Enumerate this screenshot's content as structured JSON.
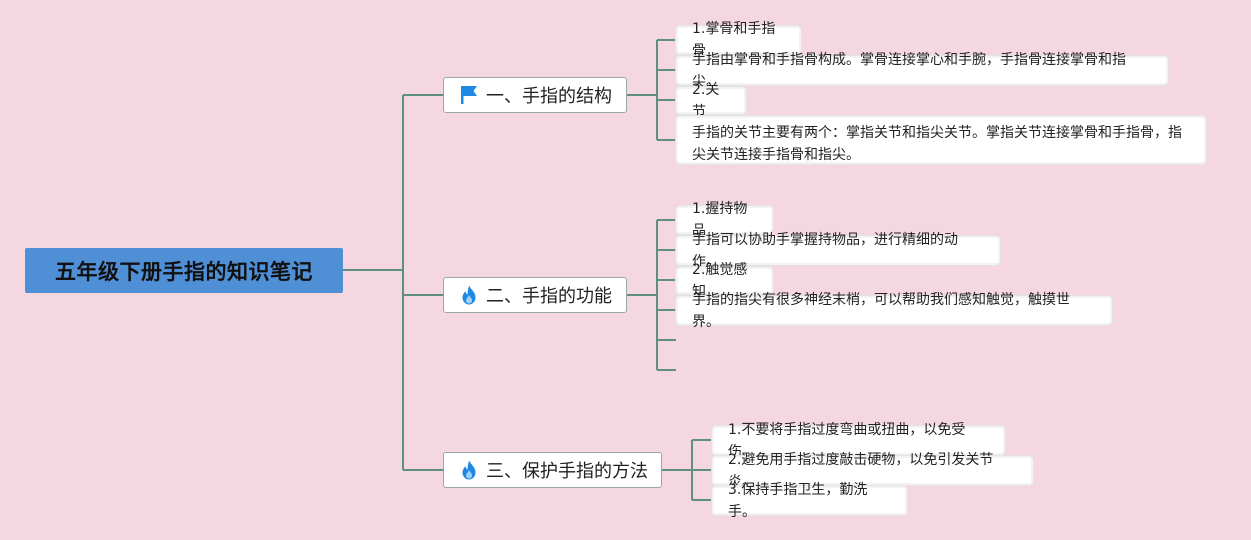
{
  "root": {
    "label": "五年级下册手指的知识笔记"
  },
  "branches": [
    {
      "label": "一、手指的结构",
      "icon": "flag-icon",
      "children": [
        "1.掌骨和手指骨",
        "手指由掌骨和手指骨构成。掌骨连接掌心和手腕，手指骨连接掌骨和指尖。",
        "2.关节",
        "手指的关节主要有两个：掌指关节和指尖关节。掌指关节连接掌骨和手指骨，指尖关节连接手指骨和指尖。"
      ]
    },
    {
      "label": "二、手指的功能",
      "icon": "fire-icon",
      "children": [
        "1.握持物品",
        "手指可以协助手掌握持物品，进行精细的动作。",
        "2.触觉感知",
        "手指的指尖有很多神经末梢，可以帮助我们感知触觉，触摸世界。"
      ]
    },
    {
      "label": "三、保护手指的方法",
      "icon": "fire-icon",
      "children": [
        "1.不要将手指过度弯曲或扭曲，以免受伤。",
        "2.避免用手指过度敲击硬物，以免引发关节炎。",
        "3.保持手指卫生，勤洗手。"
      ]
    }
  ],
  "colors": {
    "background": "#f4d7e0",
    "root_fill": "#4f8fd6",
    "connector": "#5f8f7d",
    "flag_icon": "#1e88e5",
    "fire_icon": "#1e88e5"
  }
}
